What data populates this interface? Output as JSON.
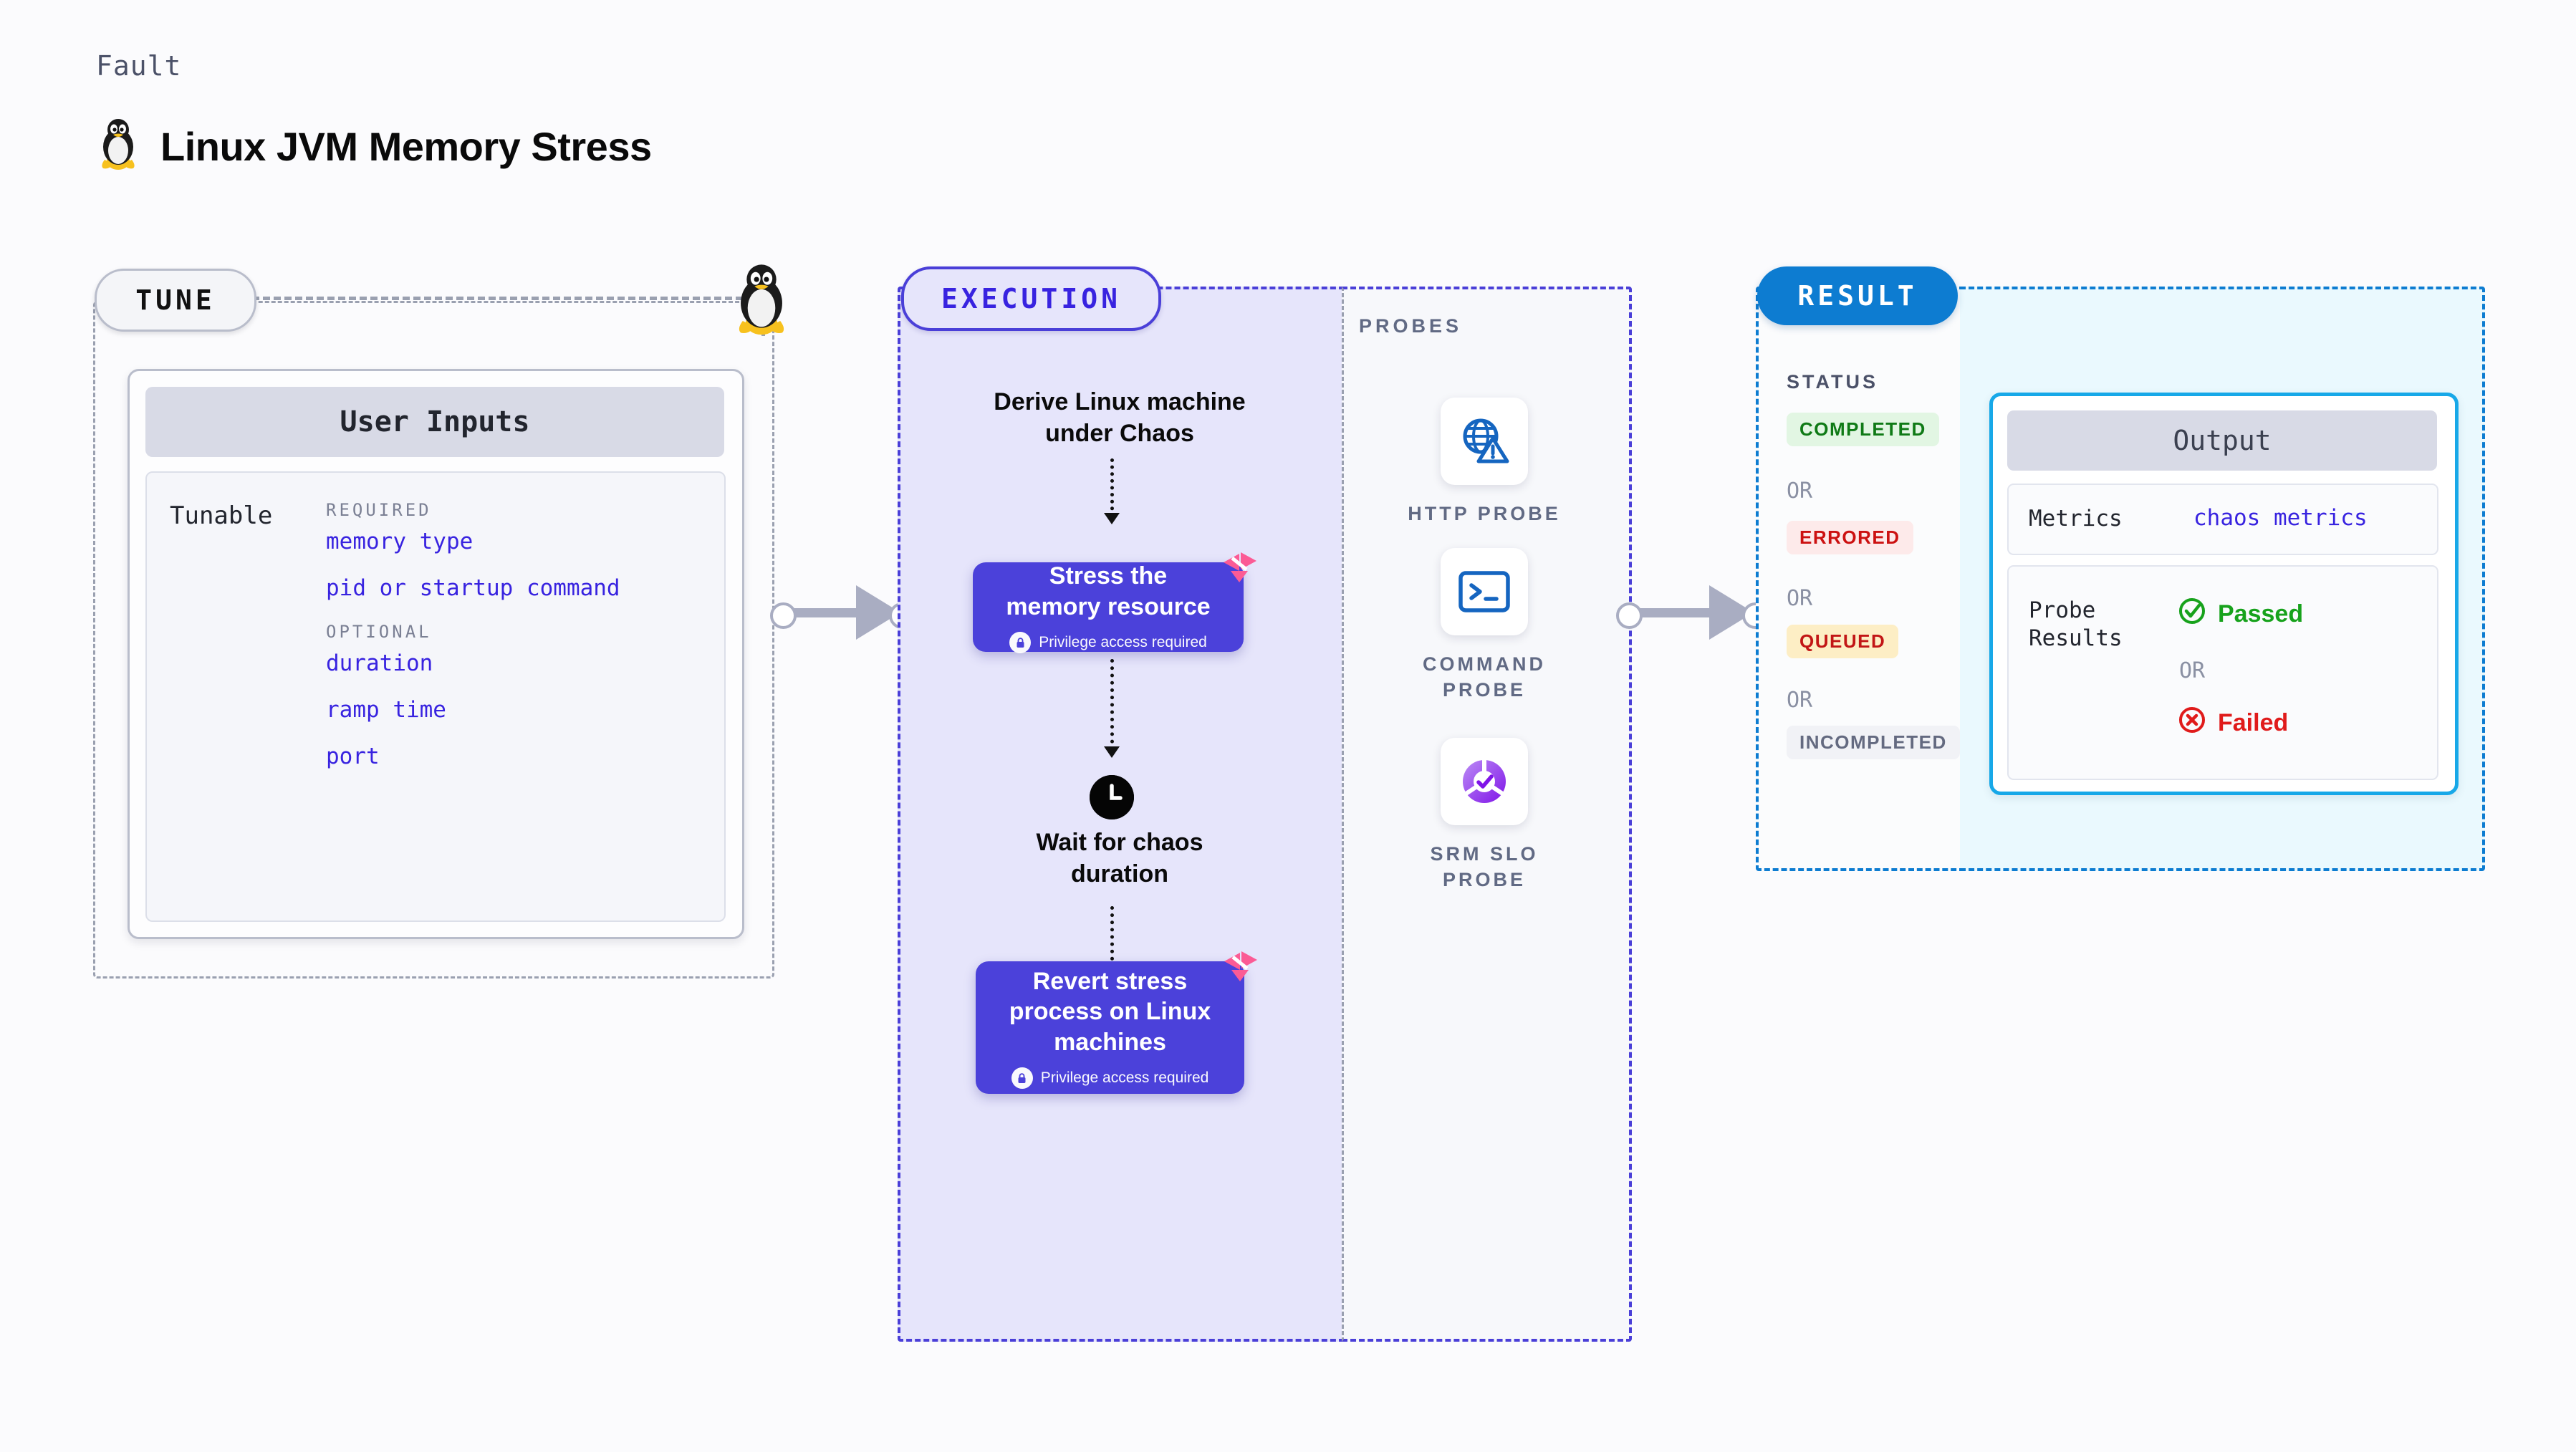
{
  "header": {
    "kicker": "Fault",
    "title": "Linux JVM Memory Stress",
    "icon": "tux-penguin-icon"
  },
  "tune": {
    "badge": "TUNE",
    "card_title": "User Inputs",
    "tunable_label": "Tunable",
    "groups": [
      {
        "label": "REQUIRED",
        "items": [
          "memory type",
          "pid or startup command"
        ]
      },
      {
        "label": "OPTIONAL",
        "items": [
          "duration",
          "ramp time",
          "port"
        ]
      }
    ]
  },
  "execution": {
    "badge": "EXECUTION",
    "steps": [
      {
        "type": "text",
        "label": "Derive Linux machine\nunder Chaos"
      },
      {
        "type": "card",
        "label": "Stress the\nmemory resource",
        "note": "Privilege access required",
        "icon": "lock-icon",
        "flag": "chaos-flag-icon"
      },
      {
        "type": "wait",
        "label": "Wait for chaos\nduration",
        "icon": "clock-icon"
      },
      {
        "type": "card",
        "label": "Revert stress\nprocess on Linux\nmachines",
        "note": "Privilege access required",
        "icon": "lock-icon",
        "flag": "chaos-flag-icon"
      }
    ]
  },
  "probes": {
    "label": "PROBES",
    "items": [
      {
        "name": "HTTP PROBE",
        "icon": "globe-warning-icon"
      },
      {
        "name": "COMMAND PROBE",
        "icon": "terminal-icon"
      },
      {
        "name": "SRM SLO PROBE",
        "icon": "slo-donut-check-icon"
      }
    ]
  },
  "result": {
    "badge": "RESULT",
    "status_label": "STATUS",
    "or_label": "OR",
    "statuses": [
      {
        "label": "COMPLETED",
        "color": "#0f7a16",
        "bg": "#e2f6e3"
      },
      {
        "label": "ERRORED",
        "color": "#cc1111",
        "bg": "#fdeaea"
      },
      {
        "label": "QUEUED",
        "color": "#c21616",
        "bg": "#fdeec5"
      },
      {
        "label": "INCOMPLETED",
        "color": "#646a80",
        "bg": "#f1f2f6"
      }
    ],
    "output": {
      "title": "Output",
      "metrics_label": "Metrics",
      "metrics_value": "chaos metrics",
      "probe_results_label": "Probe\nResults",
      "passed": "Passed",
      "failed": "Failed",
      "or_label": "OR",
      "passed_color": "#17a21c",
      "failed_color": "#e01b1b"
    }
  },
  "colors": {
    "accent_purple": "#4b41da",
    "accent_blue": "#0d7cd1",
    "tunable_text": "#3823e0",
    "connector": "#a9adc2"
  }
}
